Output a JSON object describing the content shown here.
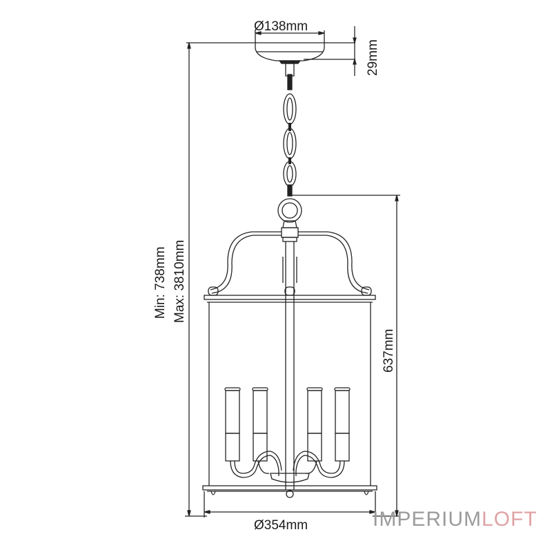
{
  "diagram": {
    "subject": "4-light pendant lantern dimension drawing",
    "dimensions": {
      "canopy_diameter": "Ø138mm",
      "canopy_height": "29mm",
      "overall_height_min": "Min: 738mm",
      "overall_height_max": "Max: 3810mm",
      "body_height": "637mm",
      "body_diameter": "Ø354mm"
    },
    "components": [
      "ceiling canopy",
      "chain",
      "suspension ring",
      "arched crown",
      "glass cylinder frame",
      "central rod",
      "4 candle lamps",
      "curved arms",
      "base ring"
    ]
  },
  "branding": {
    "logo_part1": "IMPERIUM",
    "logo_part2": "LOFT",
    "color_part1": "#9b9b9b",
    "color_part2": "#e0a3a6"
  },
  "colors": {
    "line": "#222222",
    "background": "#ffffff"
  }
}
